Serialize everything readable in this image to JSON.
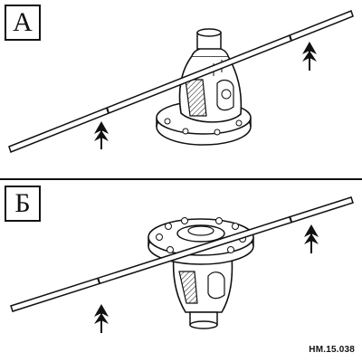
{
  "panels": [
    {
      "label": "А"
    },
    {
      "label": "Б"
    }
  ],
  "figure_code": "HM.15.038",
  "icons": [
    "differential-housing-icon",
    "straight-edge-icon",
    "measurement-arrow-icon"
  ],
  "colors": {
    "ink": "#111111",
    "paper": "#ffffff",
    "shade": "#cfcfcf"
  }
}
